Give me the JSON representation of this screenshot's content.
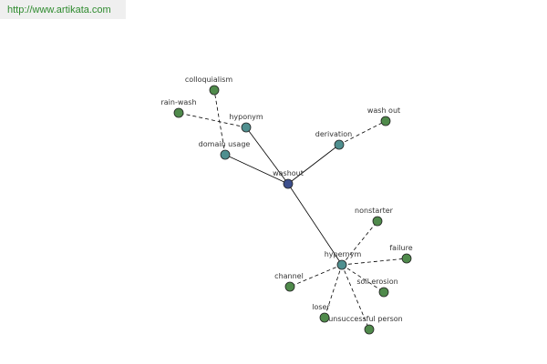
{
  "site_url": "http://www.artikata.com",
  "colors": {
    "center_node": "#3d4f8c",
    "relation_node": "#4f8f8f",
    "leaf_node": "#4f8a4b",
    "node_stroke": "#222222",
    "edge": "#000000"
  },
  "graph": {
    "nodes": [
      {
        "id": "washout",
        "label": "washout",
        "kind": "center"
      },
      {
        "id": "hyponym",
        "label": "hyponym",
        "kind": "relation"
      },
      {
        "id": "domain_usage",
        "label": "domain usage",
        "kind": "relation"
      },
      {
        "id": "derivation",
        "label": "derivation",
        "kind": "relation"
      },
      {
        "id": "hypernym",
        "label": "hypernym",
        "kind": "relation"
      },
      {
        "id": "colloquialism",
        "label": "colloquialism",
        "kind": "leaf"
      },
      {
        "id": "rain_wash",
        "label": "rain-wash",
        "kind": "leaf"
      },
      {
        "id": "wash_out",
        "label": "wash out",
        "kind": "leaf"
      },
      {
        "id": "nonstarter",
        "label": "nonstarter",
        "kind": "leaf"
      },
      {
        "id": "failure",
        "label": "failure",
        "kind": "leaf"
      },
      {
        "id": "channel",
        "label": "channel",
        "kind": "leaf"
      },
      {
        "id": "soil_erosion",
        "label": "soil erosion",
        "kind": "leaf"
      },
      {
        "id": "loser",
        "label": "loser",
        "kind": "leaf"
      },
      {
        "id": "unsuccessful_person",
        "label": "unsuccessful person",
        "kind": "leaf"
      }
    ],
    "edges": [
      {
        "from": "washout",
        "to": "hyponym",
        "style": "solid"
      },
      {
        "from": "washout",
        "to": "domain_usage",
        "style": "solid"
      },
      {
        "from": "washout",
        "to": "derivation",
        "style": "solid"
      },
      {
        "from": "washout",
        "to": "hypernym",
        "style": "solid"
      },
      {
        "from": "hyponym",
        "to": "rain_wash",
        "style": "dashed"
      },
      {
        "from": "domain_usage",
        "to": "colloquialism",
        "style": "dashed"
      },
      {
        "from": "derivation",
        "to": "wash_out",
        "style": "dashed"
      },
      {
        "from": "hypernym",
        "to": "nonstarter",
        "style": "dashed"
      },
      {
        "from": "hypernym",
        "to": "failure",
        "style": "dashed"
      },
      {
        "from": "hypernym",
        "to": "channel",
        "style": "dashed"
      },
      {
        "from": "hypernym",
        "to": "soil_erosion",
        "style": "dashed"
      },
      {
        "from": "hypernym",
        "to": "loser",
        "style": "dashed"
      },
      {
        "from": "hypernym",
        "to": "unsuccessful_person",
        "style": "dashed"
      }
    ]
  }
}
